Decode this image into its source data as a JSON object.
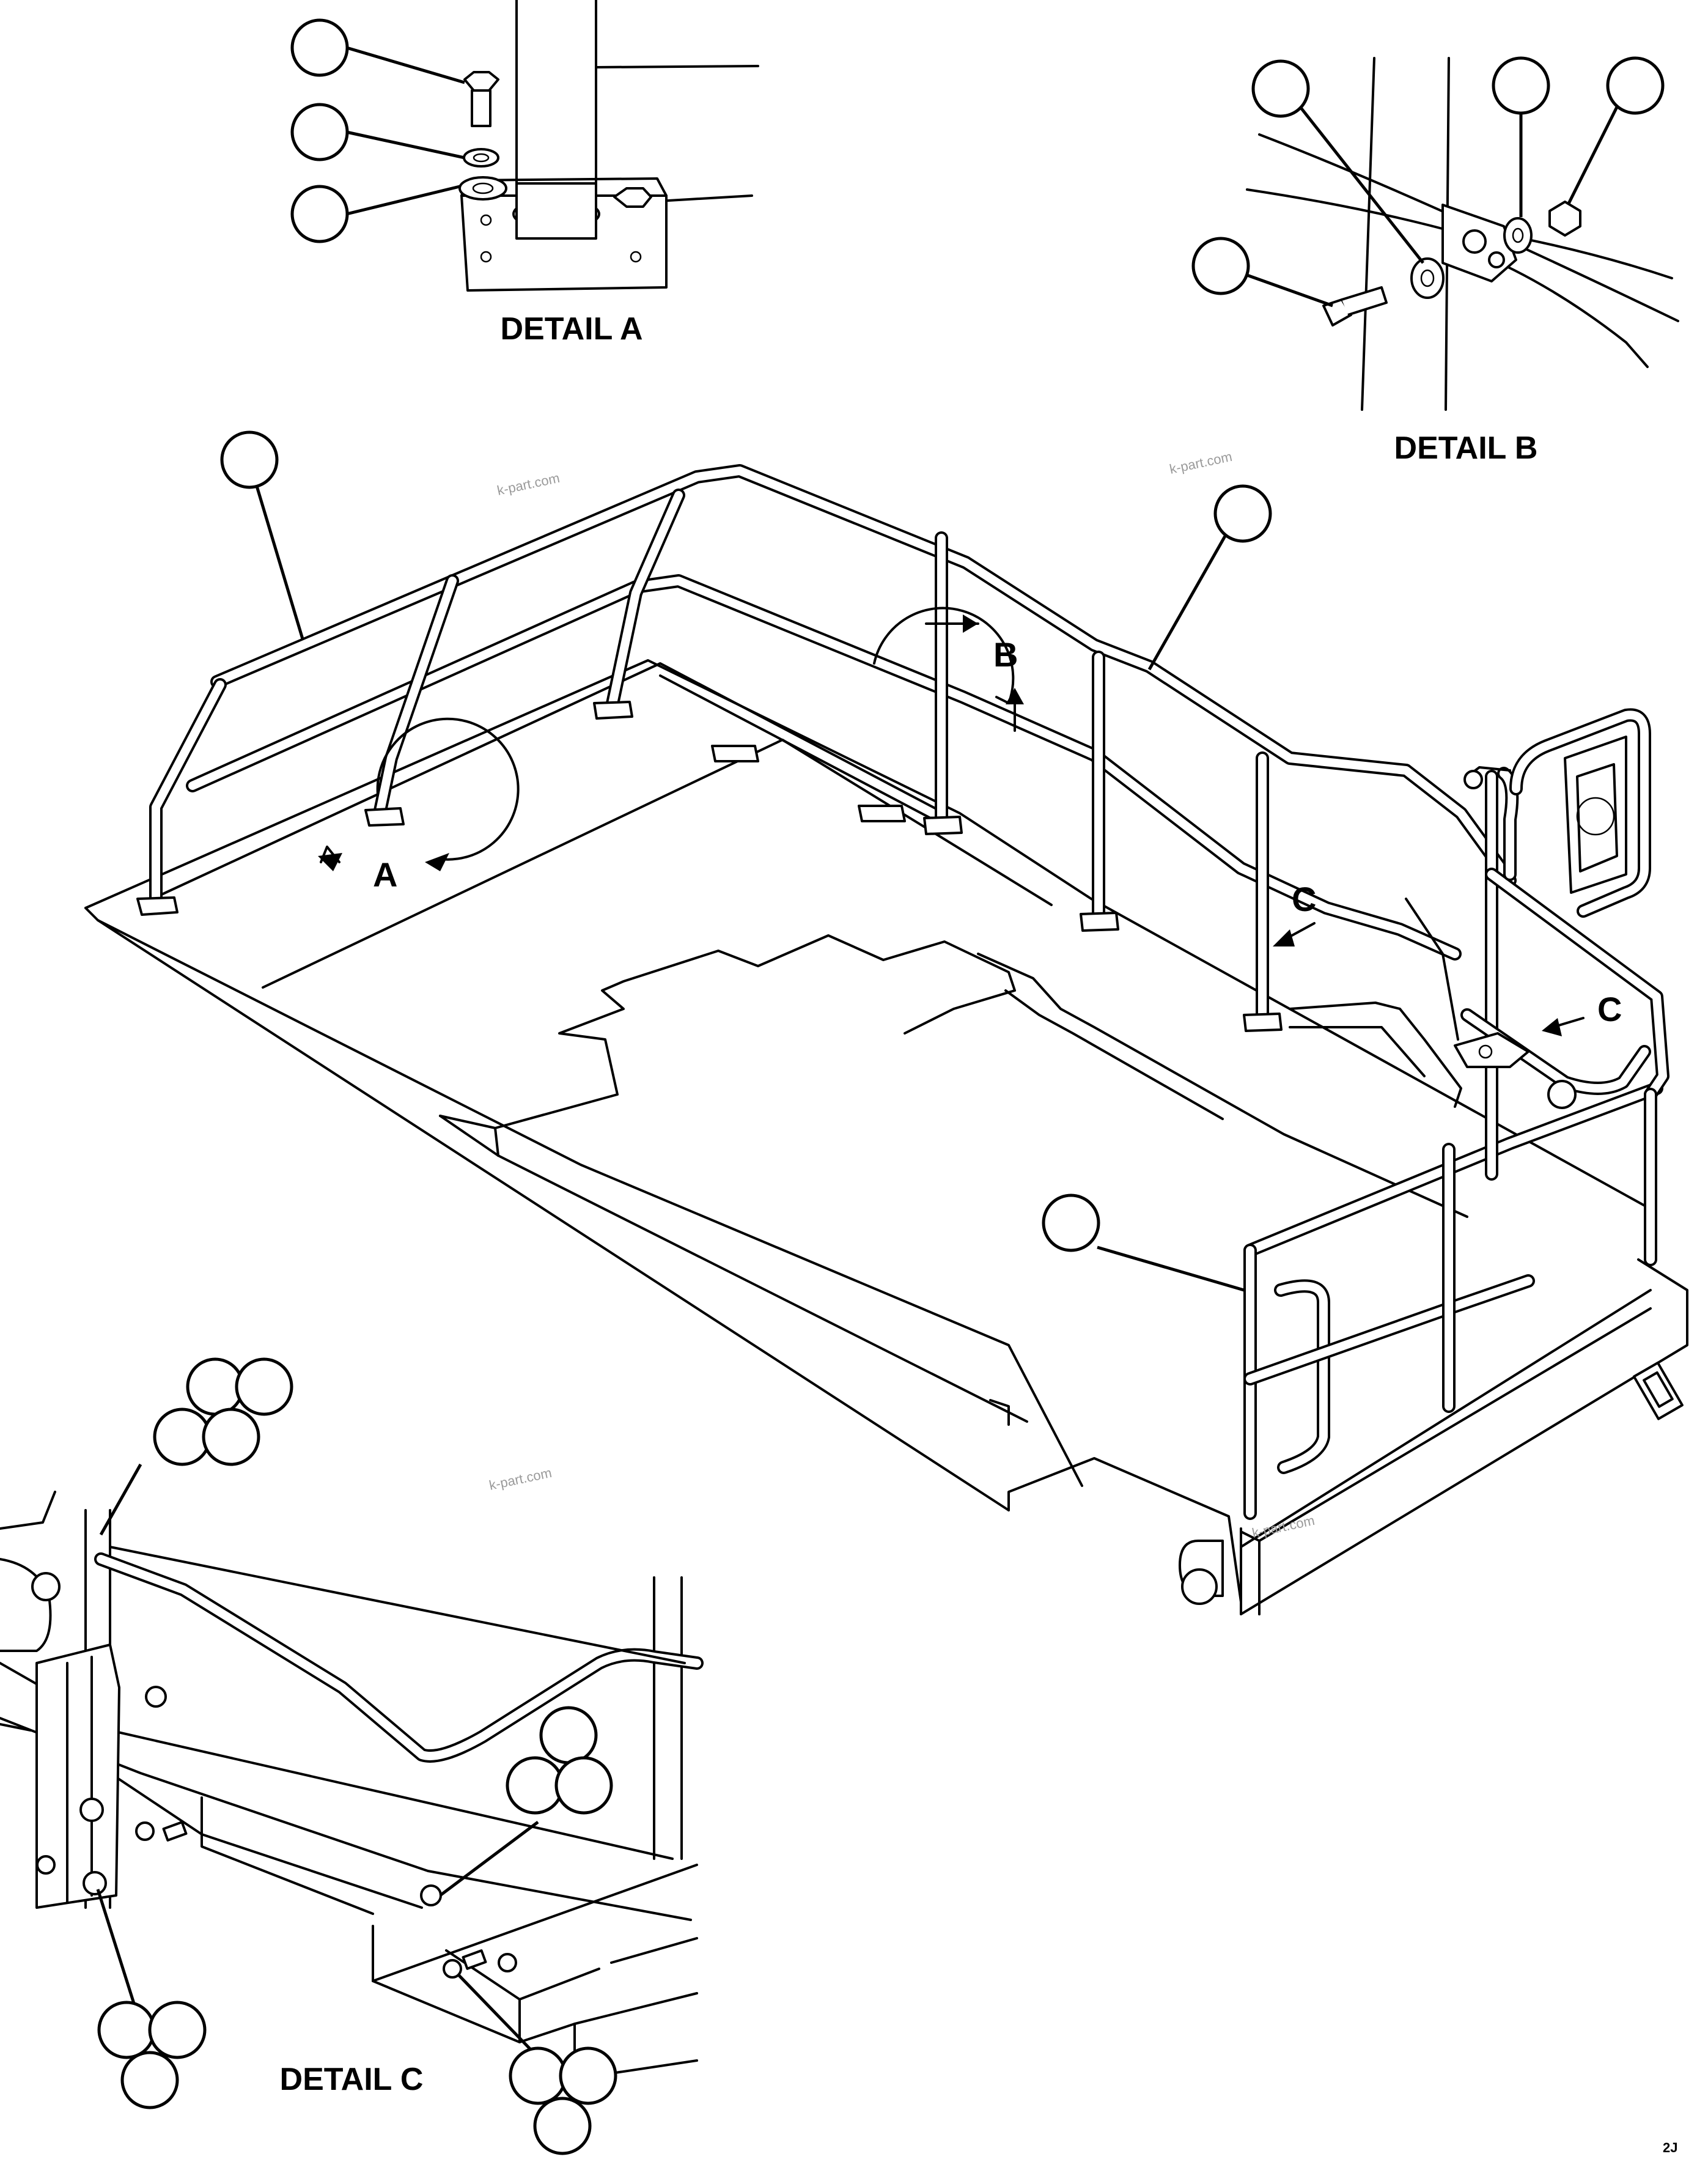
{
  "labels": {
    "detail_a": "DETAIL A",
    "detail_b": "DETAIL B",
    "detail_c": "DETAIL C",
    "callout_a": "A",
    "callout_b": "B",
    "callout_c1": "C",
    "callout_c2": "C"
  },
  "watermarks": [
    "k-part.com",
    "k-part.com",
    "k-part.com",
    "k-part.com"
  ],
  "corner_mark": "2J",
  "colors": {
    "line": "#000000",
    "background": "#ffffff",
    "watermark": "#9a9a9a"
  }
}
